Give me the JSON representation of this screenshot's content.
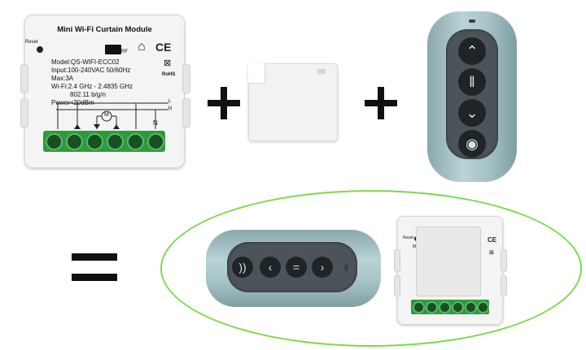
{
  "module": {
    "title": "Mini Wi-Fi Curtain Module",
    "reset": "Reset",
    "rf": "RF",
    "model": "Model:QS-WIFI-ECC02",
    "input": "Input:100-240VAC 50/60Hz",
    "max": "Max:3A",
    "wifi": "Wi-Fi:2.4 GHz - 2.4835 GHz",
    "wifi2": "802.11 b/g/n",
    "power": "Power<20dBm",
    "rohs": "RoHS",
    "ce": "CE",
    "term_l": "L",
    "term_n": "N",
    "n_label": "N",
    "motor": "M"
  },
  "remote": {
    "up": "⌃",
    "pause": "‖",
    "down": "⌄",
    "wifi": "◉"
  },
  "remote_h": {
    "signal": "))",
    "left": "‹",
    "pause": "=",
    "right": "›"
  },
  "module2": {
    "reset": "Reset",
    "model": "Model:"
  },
  "colors": {
    "terminal_green": "#2e9a3e",
    "ellipse_green": "#7dd94a",
    "remote_body": "#a3c1c4"
  }
}
